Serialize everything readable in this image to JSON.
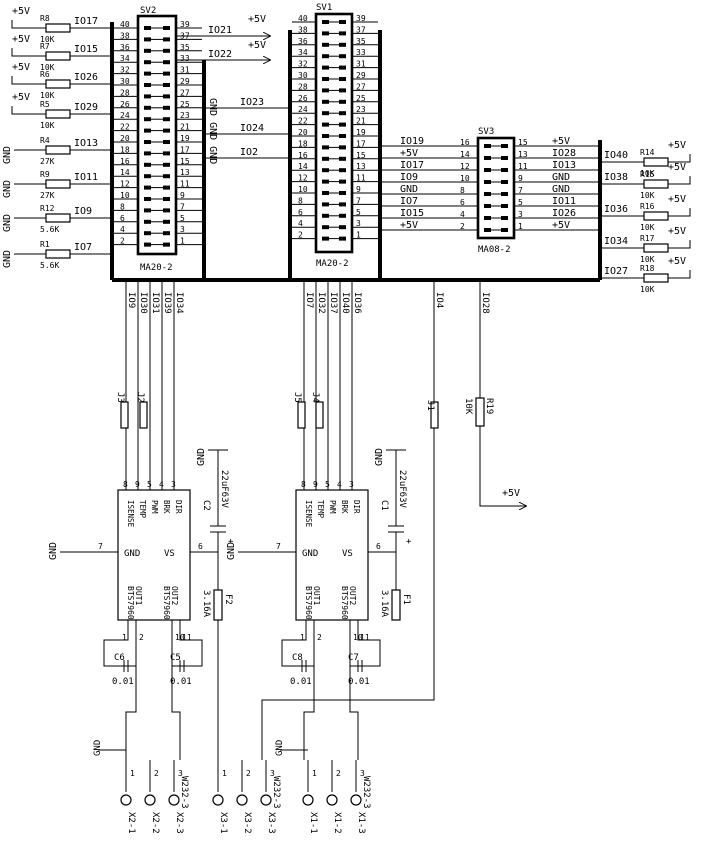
{
  "headers": {
    "sv2": {
      "name": "SV2",
      "type": "MA20-2",
      "left_pins": [
        "40",
        "38",
        "36",
        "34",
        "32",
        "30",
        "28",
        "26",
        "24",
        "22",
        "20",
        "18",
        "16",
        "14",
        "12",
        "10",
        "8",
        "6",
        "4",
        "2"
      ],
      "right_pins": [
        "39",
        "37",
        "35",
        "33",
        "31",
        "29",
        "27",
        "25",
        "23",
        "21",
        "19",
        "17",
        "15",
        "13",
        "11",
        "9",
        "7",
        "5",
        "3",
        "1"
      ]
    },
    "sv1": {
      "name": "SV1",
      "type": "MA20-2",
      "left_pins": [
        "40",
        "38",
        "36",
        "34",
        "32",
        "30",
        "28",
        "26",
        "24",
        "22",
        "20",
        "18",
        "16",
        "14",
        "12",
        "10",
        "8",
        "6",
        "4",
        "2"
      ],
      "right_pins": [
        "39",
        "37",
        "35",
        "33",
        "31",
        "29",
        "27",
        "25",
        "23",
        "21",
        "19",
        "17",
        "15",
        "13",
        "11",
        "9",
        "7",
        "5",
        "3",
        "1"
      ]
    },
    "sv3": {
      "name": "SV3",
      "type": "MA08-2",
      "left_pins": [
        "16",
        "14",
        "12",
        "10",
        "8",
        "6",
        "4",
        "2"
      ],
      "right_pins": [
        "15",
        "13",
        "11",
        "9",
        "7",
        "5",
        "3",
        "1"
      ]
    }
  },
  "left_inputs": [
    {
      "supply": "+5V",
      "res": "R8",
      "val": "10K",
      "net": "IO17"
    },
    {
      "supply": "+5V",
      "res": "R7",
      "val": "10K",
      "net": "IO15"
    },
    {
      "supply": "+5V",
      "res": "R6",
      "val": "10K",
      "net": "IO26"
    },
    {
      "supply": "+5V",
      "res": "R5",
      "val": "10K",
      "net": "IO29"
    },
    {
      "supply": "GND",
      "res": "R4",
      "val": "27K",
      "net": "IO13"
    },
    {
      "supply": "GND",
      "res": "R9",
      "val": "27K",
      "net": "IO11"
    },
    {
      "supply": "GND",
      "res": "R12",
      "val": "5.6K",
      "net": "IO9"
    },
    {
      "supply": "GND",
      "res": "R1",
      "val": "5.6K",
      "net": "IO7"
    }
  ],
  "sv2_right_nets": {
    "io21": "IO21",
    "io22": "IO22",
    "pwr1": "+5V",
    "pwr2": "+5V"
  },
  "mid_nets": {
    "io23": "IO23",
    "io24": "IO24",
    "io2": "IO2",
    "gnd_vertical": "GND GND GND"
  },
  "sv3_left_nets": [
    "IO19",
    "+5V",
    "IO17",
    "IO9",
    "GND",
    "IO7",
    "IO15",
    "+5V"
  ],
  "sv3_right_nets": [
    "+5V",
    "IO28",
    "IO13",
    "GND",
    "GND",
    "IO11",
    "IO26",
    "+5V"
  ],
  "right_outputs": [
    {
      "net": "IO40",
      "res": "R14",
      "val": "10K",
      "supply": "+5V"
    },
    {
      "net": "IO38",
      "res": "R15",
      "val": "10K",
      "supply": "+5V"
    },
    {
      "net": "IO36",
      "res": "R16",
      "val": "10K",
      "supply": "+5V"
    },
    {
      "net": "IO34",
      "res": "R17",
      "val": "10K",
      "supply": "+5V"
    },
    {
      "net": "IO27",
      "res": "R18",
      "val": "10K",
      "supply": "+5V"
    }
  ],
  "bus_taps": {
    "left": [
      "IO9",
      "IO30",
      "IO31",
      "IO39",
      "IO34"
    ],
    "right": [
      "IO7",
      "IO32",
      "IO37",
      "IO40",
      "IO36"
    ],
    "io4": "IO4",
    "io28": "IO28"
  },
  "jumpers": {
    "j3": "J3",
    "j2": "J2",
    "j5": "J5",
    "j4": "J4",
    "j1": "J1"
  },
  "r19": {
    "name": "R19",
    "val": "10K",
    "supply": "+5V"
  },
  "drivers": [
    {
      "pins_top": [
        "8",
        "9",
        "5",
        "4",
        "3"
      ],
      "inner_labels": [
        "ISENSE",
        "TEMP",
        "PWM",
        "BRK",
        "DIR"
      ],
      "gnd_pin": "7",
      "vs_pin": "6",
      "gnd": "GND",
      "vs": "VS",
      "out1": "OUT1",
      "out2": "OUT2",
      "part1": "BTS7960",
      "part2": "BTS7960",
      "out_pins": [
        "1",
        "2",
        "10",
        "11"
      ],
      "cap_big": "C2",
      "cap_big_val": "22uF63V",
      "cap_gnd": "GND",
      "fuse": "F2",
      "fuse_val": "3.16A",
      "cap_a": "C6",
      "cap_a_val": "0.01",
      "cap_b": "C5",
      "cap_b_val": "0.01",
      "plus": "+"
    },
    {
      "pins_top": [
        "8",
        "9",
        "5",
        "4",
        "3"
      ],
      "inner_labels": [
        "ISENSE",
        "TEMP",
        "PWM",
        "BRK",
        "DIR"
      ],
      "gnd_pin": "7",
      "vs_pin": "6",
      "gnd": "GND",
      "vs": "VS",
      "out1": "OUT1",
      "out2": "OUT2",
      "part1": "BTS7960",
      "part2": "BTS7960",
      "out_pins": [
        "1",
        "2",
        "10",
        "11"
      ],
      "cap_big": "C1",
      "cap_big_val": "22uF63V",
      "cap_gnd": "GND",
      "fuse": "F1",
      "fuse_val": "3.16A",
      "cap_a": "C8",
      "cap_a_val": "0.01",
      "cap_b": "C7",
      "cap_b_val": "0.01",
      "plus": "+"
    }
  ],
  "connectors": {
    "x2": {
      "gnd": "GND",
      "part": "W232-3",
      "pins": [
        "X2-1",
        "X2-2",
        "X2-3"
      ],
      "nums": [
        "1",
        "2",
        "3"
      ]
    },
    "x3": {
      "part": "W232-3",
      "pins": [
        "X3-1",
        "X3-2",
        "X3-3"
      ],
      "nums": [
        "1",
        "2",
        "3"
      ]
    },
    "x1": {
      "gnd": "GND",
      "part": "W232-3",
      "pins": [
        "X1-1",
        "X1-2",
        "X1-3"
      ],
      "nums": [
        "1",
        "2",
        "3"
      ]
    }
  }
}
